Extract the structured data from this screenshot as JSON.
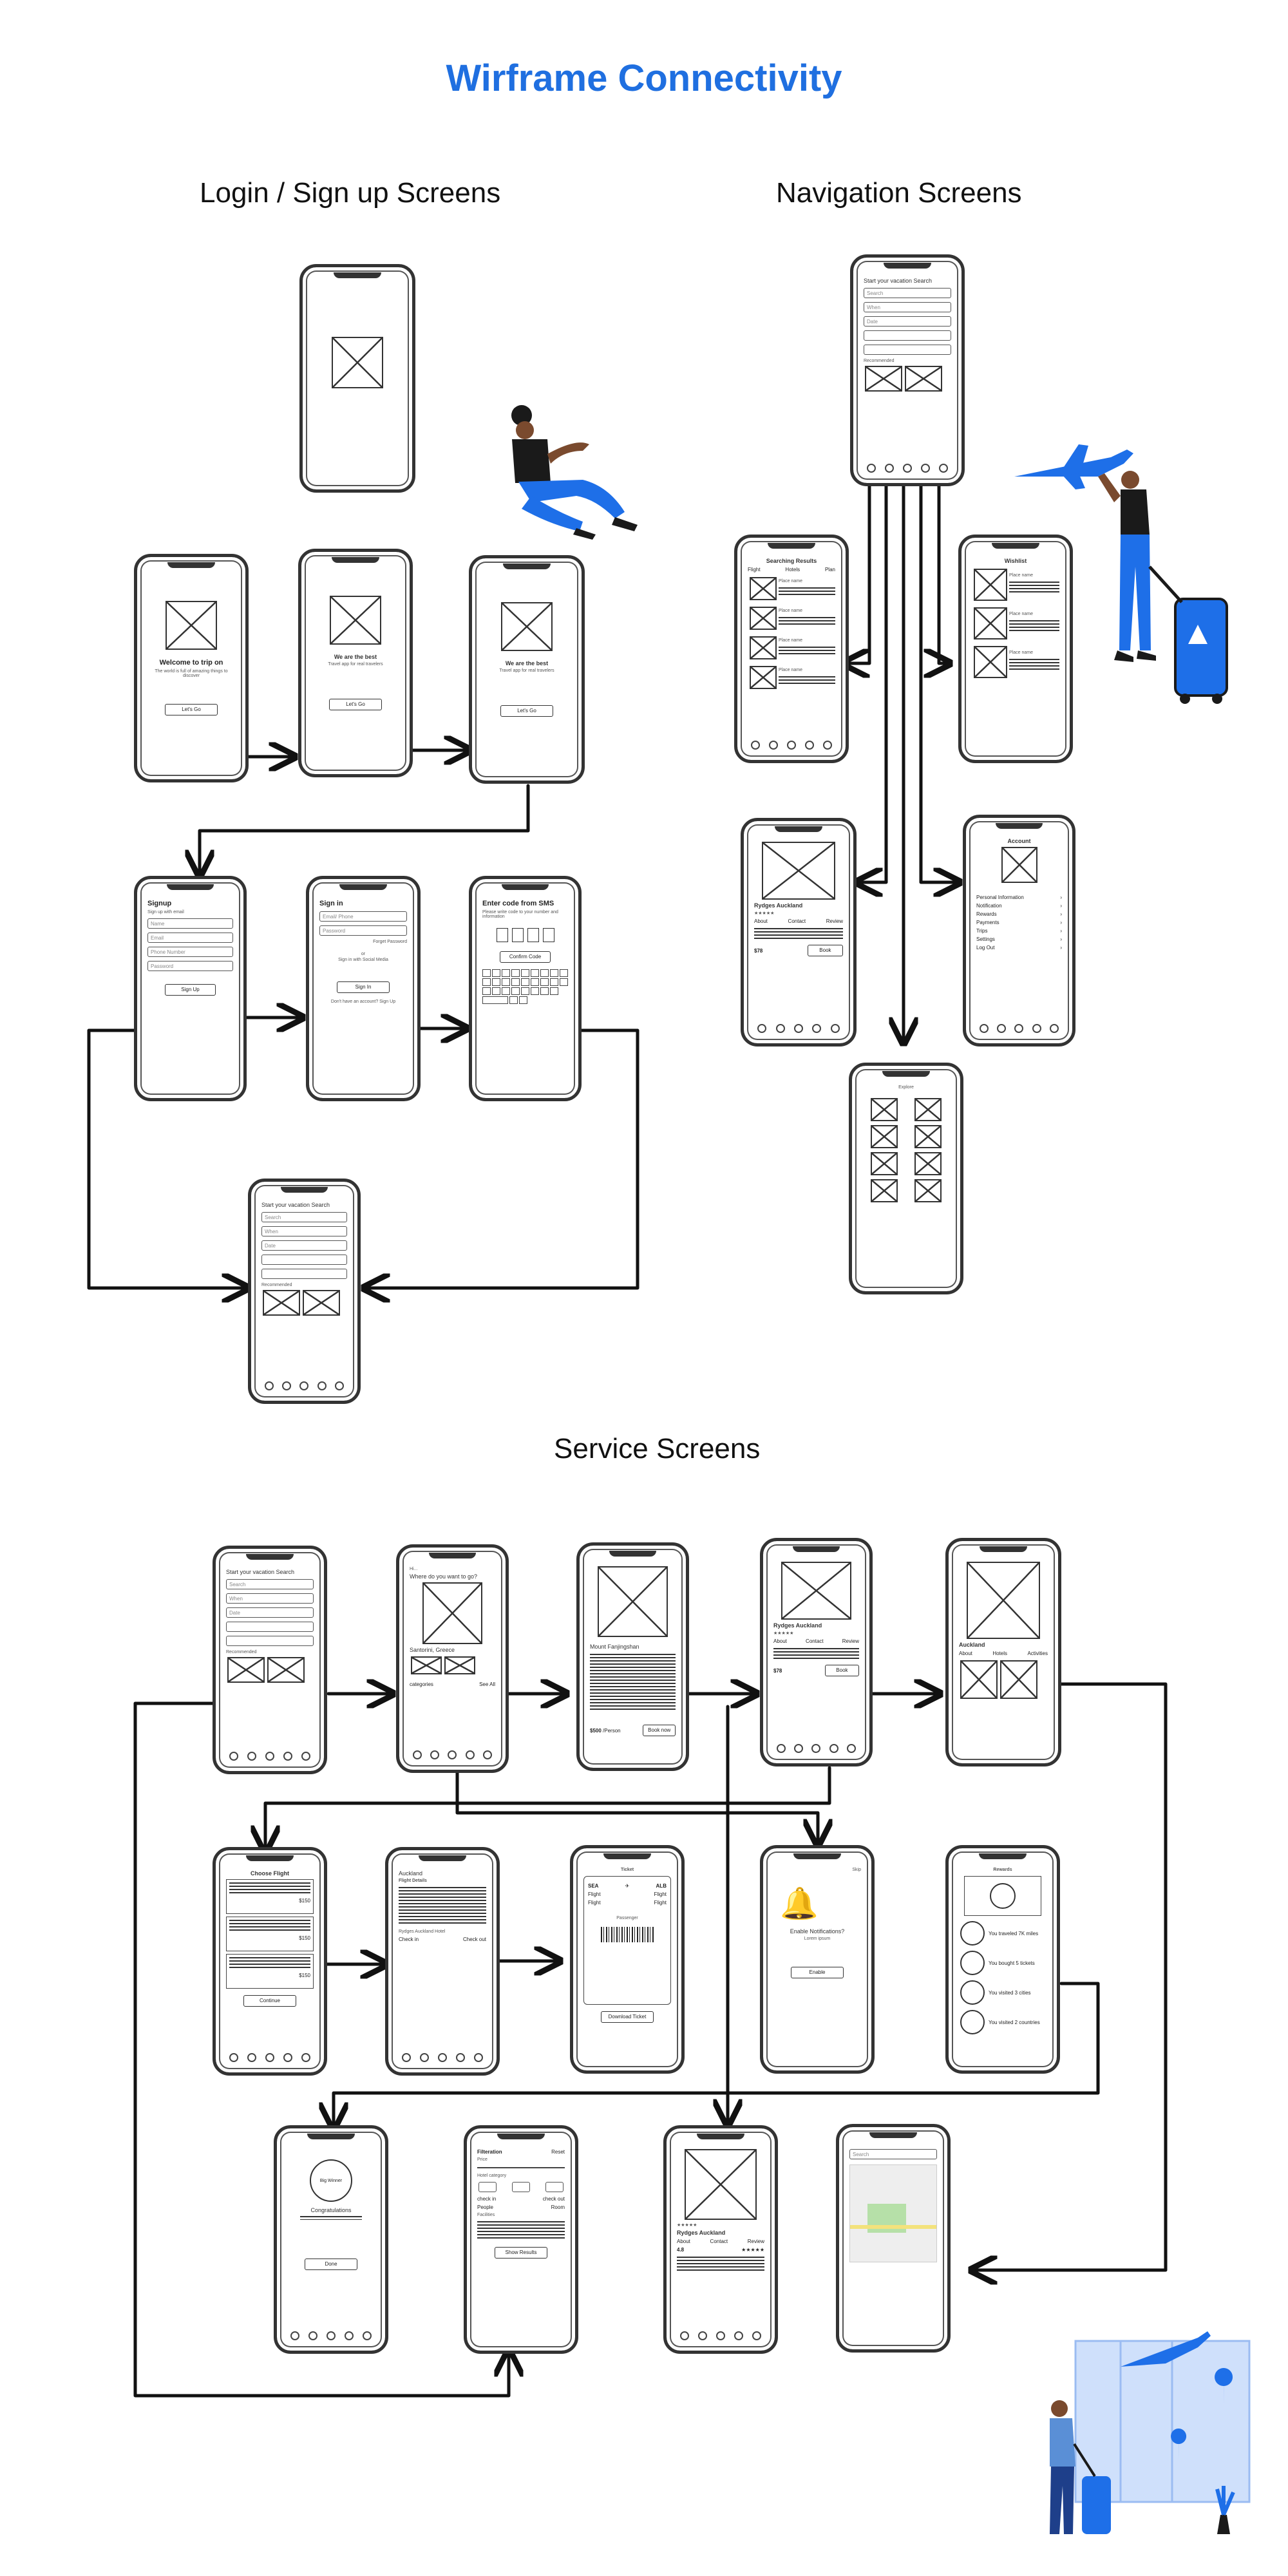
{
  "title": "Wirframe Connectivity",
  "sections": {
    "login": "Login / Sign up Screens",
    "navigation": "Navigation Screens",
    "service": "Service Screens"
  },
  "colors": {
    "accent": "#1f6fe0",
    "ink": "#333333",
    "illustration_blue": "#1e6fe8"
  },
  "screens": {
    "welcome": {
      "title": "Welcome to trip on",
      "subtitle": "The world is full of amazing things to discover",
      "button": "Let's Go"
    },
    "onboard": {
      "title": "We are the best",
      "subtitle": "Travel app for real travelers",
      "button": "Let's Go"
    },
    "signup": {
      "title": "Signup",
      "subtitle": "Sign up with email",
      "fields": [
        "Name",
        "Email",
        "Phone Number",
        "Password"
      ],
      "button": "Sign Up"
    },
    "signin": {
      "title": "Sign in",
      "fields": [
        "Email/ Phone",
        "Password"
      ],
      "forgot": "Forget Password",
      "or": "or",
      "social": "Sign in with Social Media",
      "button": "Sign In",
      "footer": "Don't have an account? Sign Up"
    },
    "otp": {
      "title": "Enter code from SMS",
      "subtitle": "Please write code to your number and information",
      "button": "Confirm Code"
    },
    "home": {
      "title": "Start your vacation Search",
      "fields": [
        "Search",
        "When",
        "Date"
      ],
      "recommended": "Recommended"
    },
    "results": {
      "title": "Searching Results",
      "tabs": [
        "Flight",
        "Hotels",
        "Plan"
      ],
      "item_title": "Place name"
    },
    "wishlist": {
      "title": "Wishlist",
      "item_title": "Place name"
    },
    "detail": {
      "title": "Rydges Auckland",
      "tabs": [
        "About",
        "Contact",
        "Review"
      ],
      "price": "$78",
      "button": "Book"
    },
    "account": {
      "title": "Account",
      "items": [
        "Personal Information",
        "Notification",
        "Rewards",
        "Payments",
        "Trips",
        "Settings",
        "Log Out"
      ]
    },
    "explore": {
      "title": "Explore"
    },
    "hi": {
      "greeting": "Hi...",
      "question": "Where do you want to go?",
      "place": "Santorini, Greece",
      "categories": "categories",
      "see_all": "See All"
    },
    "mount": {
      "title": "Mount Fanjingshan",
      "price": "$500",
      "per": "/Person",
      "button": "Book now"
    },
    "auckland": {
      "title": "Auckland",
      "tabs": [
        "About",
        "Hotels",
        "Activities"
      ]
    },
    "choose_flight": {
      "title": "Choose Flight",
      "price": "$150",
      "button": "Continue"
    },
    "flight_details": {
      "place": "Auckland",
      "title": "Flight Details",
      "checkin": "Check in",
      "checkout": "Check out",
      "hotel": "Rydges Auckland Hotel"
    },
    "ticket": {
      "title": "Ticket",
      "from": "SEA",
      "to": "ALB",
      "flight": "Flight",
      "passenger": "Passenger",
      "button": "Download Ticket"
    },
    "notifications": {
      "title": "Enable Notifications?",
      "subtitle": "Lorem ipsum",
      "button": "Enable",
      "skip": "Skip"
    },
    "rewards": {
      "title": "Rewards",
      "items": [
        "You traveled 7K miles",
        "You bought 5 tickets",
        "You visited 3 cities",
        "You visited 2 countries"
      ]
    },
    "congrats": {
      "circle": "Big Winner",
      "title": "Congratulations",
      "button": "Done"
    },
    "filter": {
      "title": "Filteration",
      "reset": "Reset",
      "price": "Price",
      "hotel_category": "Hotel category",
      "checkin": "check in",
      "checkout": "check out",
      "people": "People",
      "room": "Room",
      "facilities": "Facilities",
      "button": "Show Results"
    },
    "review": {
      "title": "Rydges Auckland",
      "tabs": [
        "About",
        "Contact",
        "Review"
      ],
      "rating": "4.8"
    },
    "map": {
      "search": "Search"
    }
  }
}
